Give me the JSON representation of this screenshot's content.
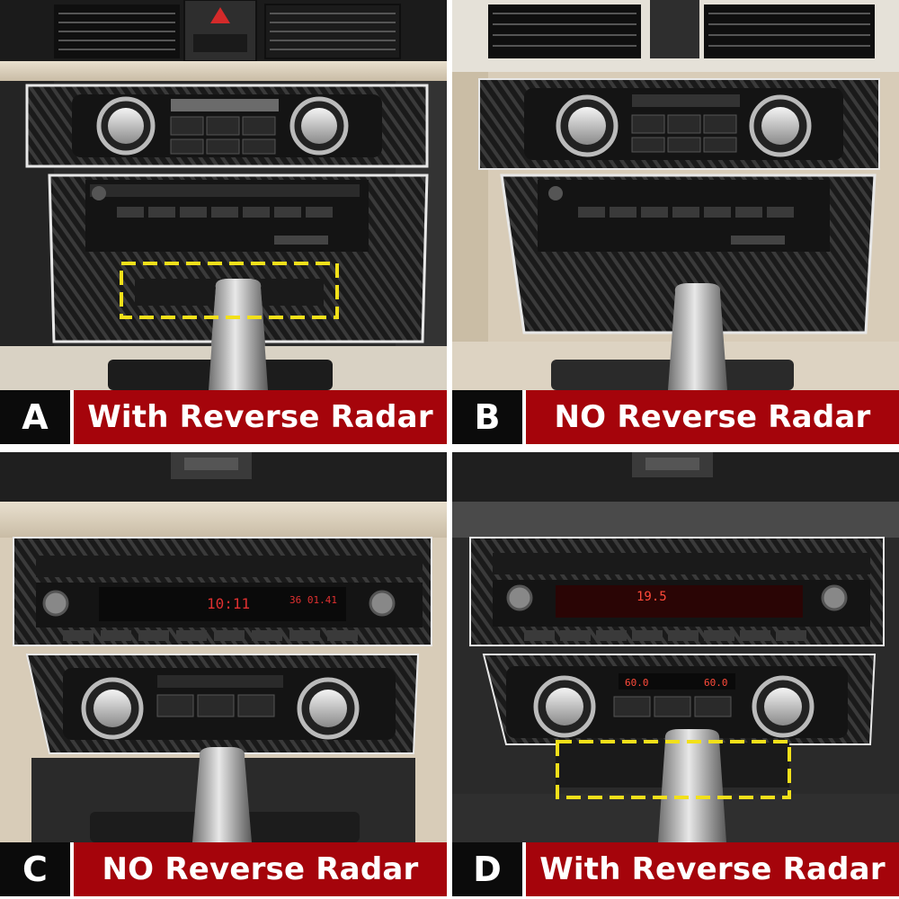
{
  "panels": [
    {
      "letter": "A",
      "label": "With Reverse Radar",
      "radar_highlight": true
    },
    {
      "letter": "B",
      "label": "NO Reverse Radar",
      "radar_highlight": false
    },
    {
      "letter": "C",
      "label": "NO Reverse Radar",
      "radar_highlight": false
    },
    {
      "letter": "D",
      "label": "With Reverse Radar",
      "radar_highlight": true
    }
  ],
  "displays": {
    "c_clock": "10:11",
    "c_band": "36 01.41",
    "d_freq": "19.5",
    "d_temp_left": "60.0",
    "d_temp_right": "60.0"
  },
  "colors": {
    "caption_red": "#a5040b",
    "caption_black": "#0b0b0b",
    "highlight_yellow": "#f2e01a",
    "carbon_dark": "#1c1c1c",
    "trim_beige": "#d8ccb8"
  }
}
